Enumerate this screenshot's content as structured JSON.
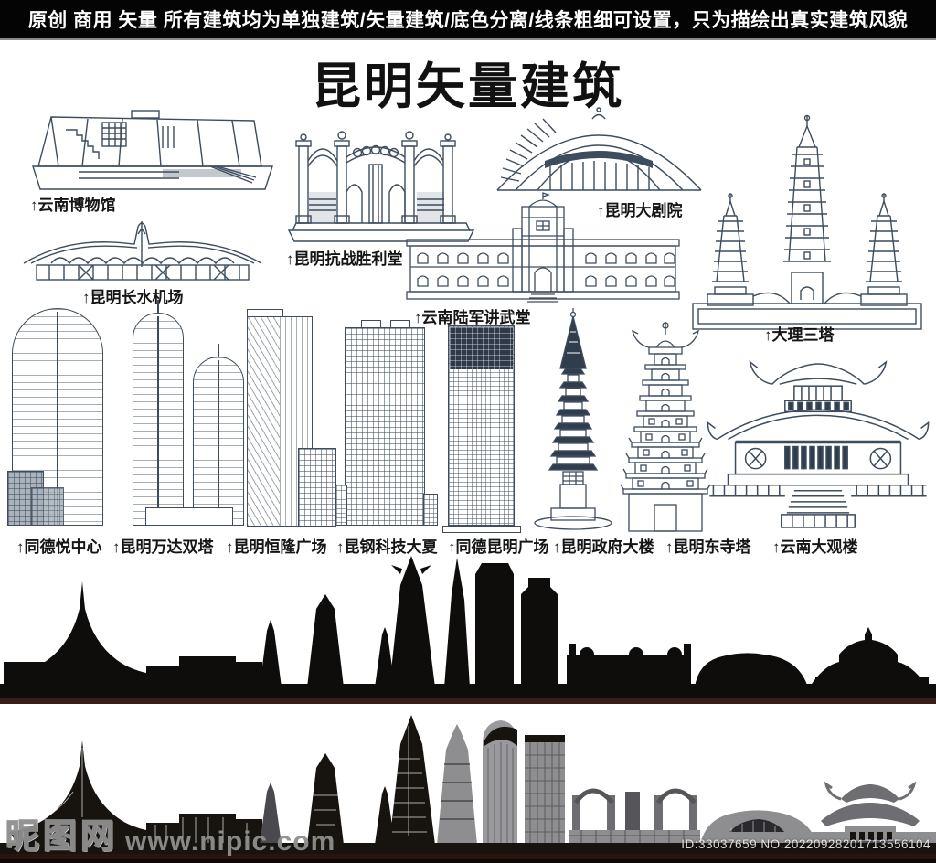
{
  "banner": {
    "text": "原创 商用 矢量 所有建筑均为单独建筑/矢量建筑/底色分离/线条粗细可设置，只为描绘出真实建筑风貌"
  },
  "title": "昆明矢量建筑",
  "buildings": [
    {
      "id": "yunnan-museum",
      "label": "↑云南博物馆"
    },
    {
      "id": "changshui-airport",
      "label": "↑昆明长水机场"
    },
    {
      "id": "victory-hall",
      "label": "↑昆明抗战胜利堂"
    },
    {
      "id": "grand-theater",
      "label": "↑昆明大剧院"
    },
    {
      "id": "military-academy",
      "label": "↑云南陆军讲武堂"
    },
    {
      "id": "dali-three-pagodas",
      "label": "↑大理三塔"
    },
    {
      "id": "tongde-yue-center",
      "label": "↑同德悦中心"
    },
    {
      "id": "wanda-twin-towers",
      "label": "↑昆明万达双塔"
    },
    {
      "id": "hanglung-plaza",
      "label": "↑昆明恒隆广场"
    },
    {
      "id": "kungang-tech",
      "label": "↑昆钢科技大夏"
    },
    {
      "id": "tongde-km-plaza",
      "label": "↑同德昆明广场"
    },
    {
      "id": "government-tower",
      "label": "↑昆明政府大楼"
    },
    {
      "id": "dongsi-pagoda",
      "label": "↑昆明东寺塔"
    },
    {
      "id": "daguanlou",
      "label": "↑云南大观楼"
    }
  ],
  "watermark": {
    "logo": "昵图网",
    "url": "www.nipic.com"
  },
  "footer_id": "ID:33037659 NO:20220928201713556104",
  "colors": {
    "line_art": "#3d4c5e",
    "silhouette": "#0e0d0b",
    "ground_bar": "#2b140d",
    "watermark_gray": "#8f8f8f"
  }
}
